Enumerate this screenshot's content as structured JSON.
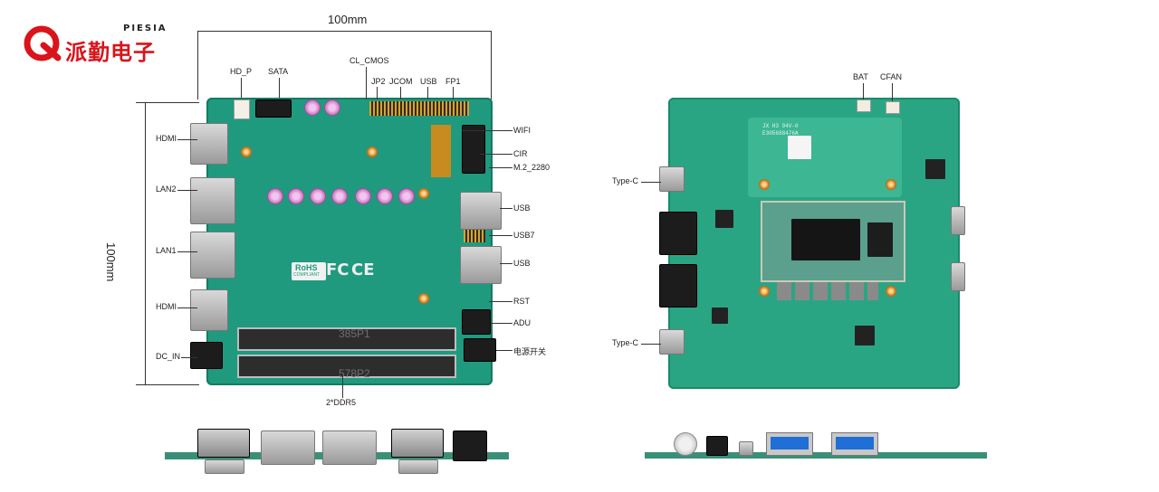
{
  "brand": {
    "name_en": "PIESIA",
    "name_cn": "派勤电子",
    "primary_color": "#d9141b"
  },
  "dimensions": {
    "width_label": "100mm",
    "height_label": "100mm"
  },
  "front_labels": {
    "top": [
      "HD_P",
      "SATA",
      "CL_CMOS",
      "JP2",
      "JCOM",
      "USB",
      "FP1"
    ],
    "left": [
      "HDMI",
      "LAN2",
      "LAN1",
      "HDMI",
      "DC_IN"
    ],
    "right": [
      "WIFI",
      "CIR",
      "M.2_2280",
      "USB",
      "USB7",
      "USB",
      "RST",
      "ADU",
      "电源开关"
    ],
    "bottom": "2*DDR5"
  },
  "back_labels": {
    "top": [
      "BAT",
      "CFAN"
    ],
    "left": [
      "Type-C",
      "Type-C"
    ]
  },
  "board_text": {
    "rohs": "RoHS",
    "compliant": "COMPLIANT",
    "fc": "FC",
    "ce": "CE",
    "ram1": "385P1",
    "ram2": "578P2",
    "ul": "JX H3 94V-0",
    "ul2": "E305688476A"
  }
}
